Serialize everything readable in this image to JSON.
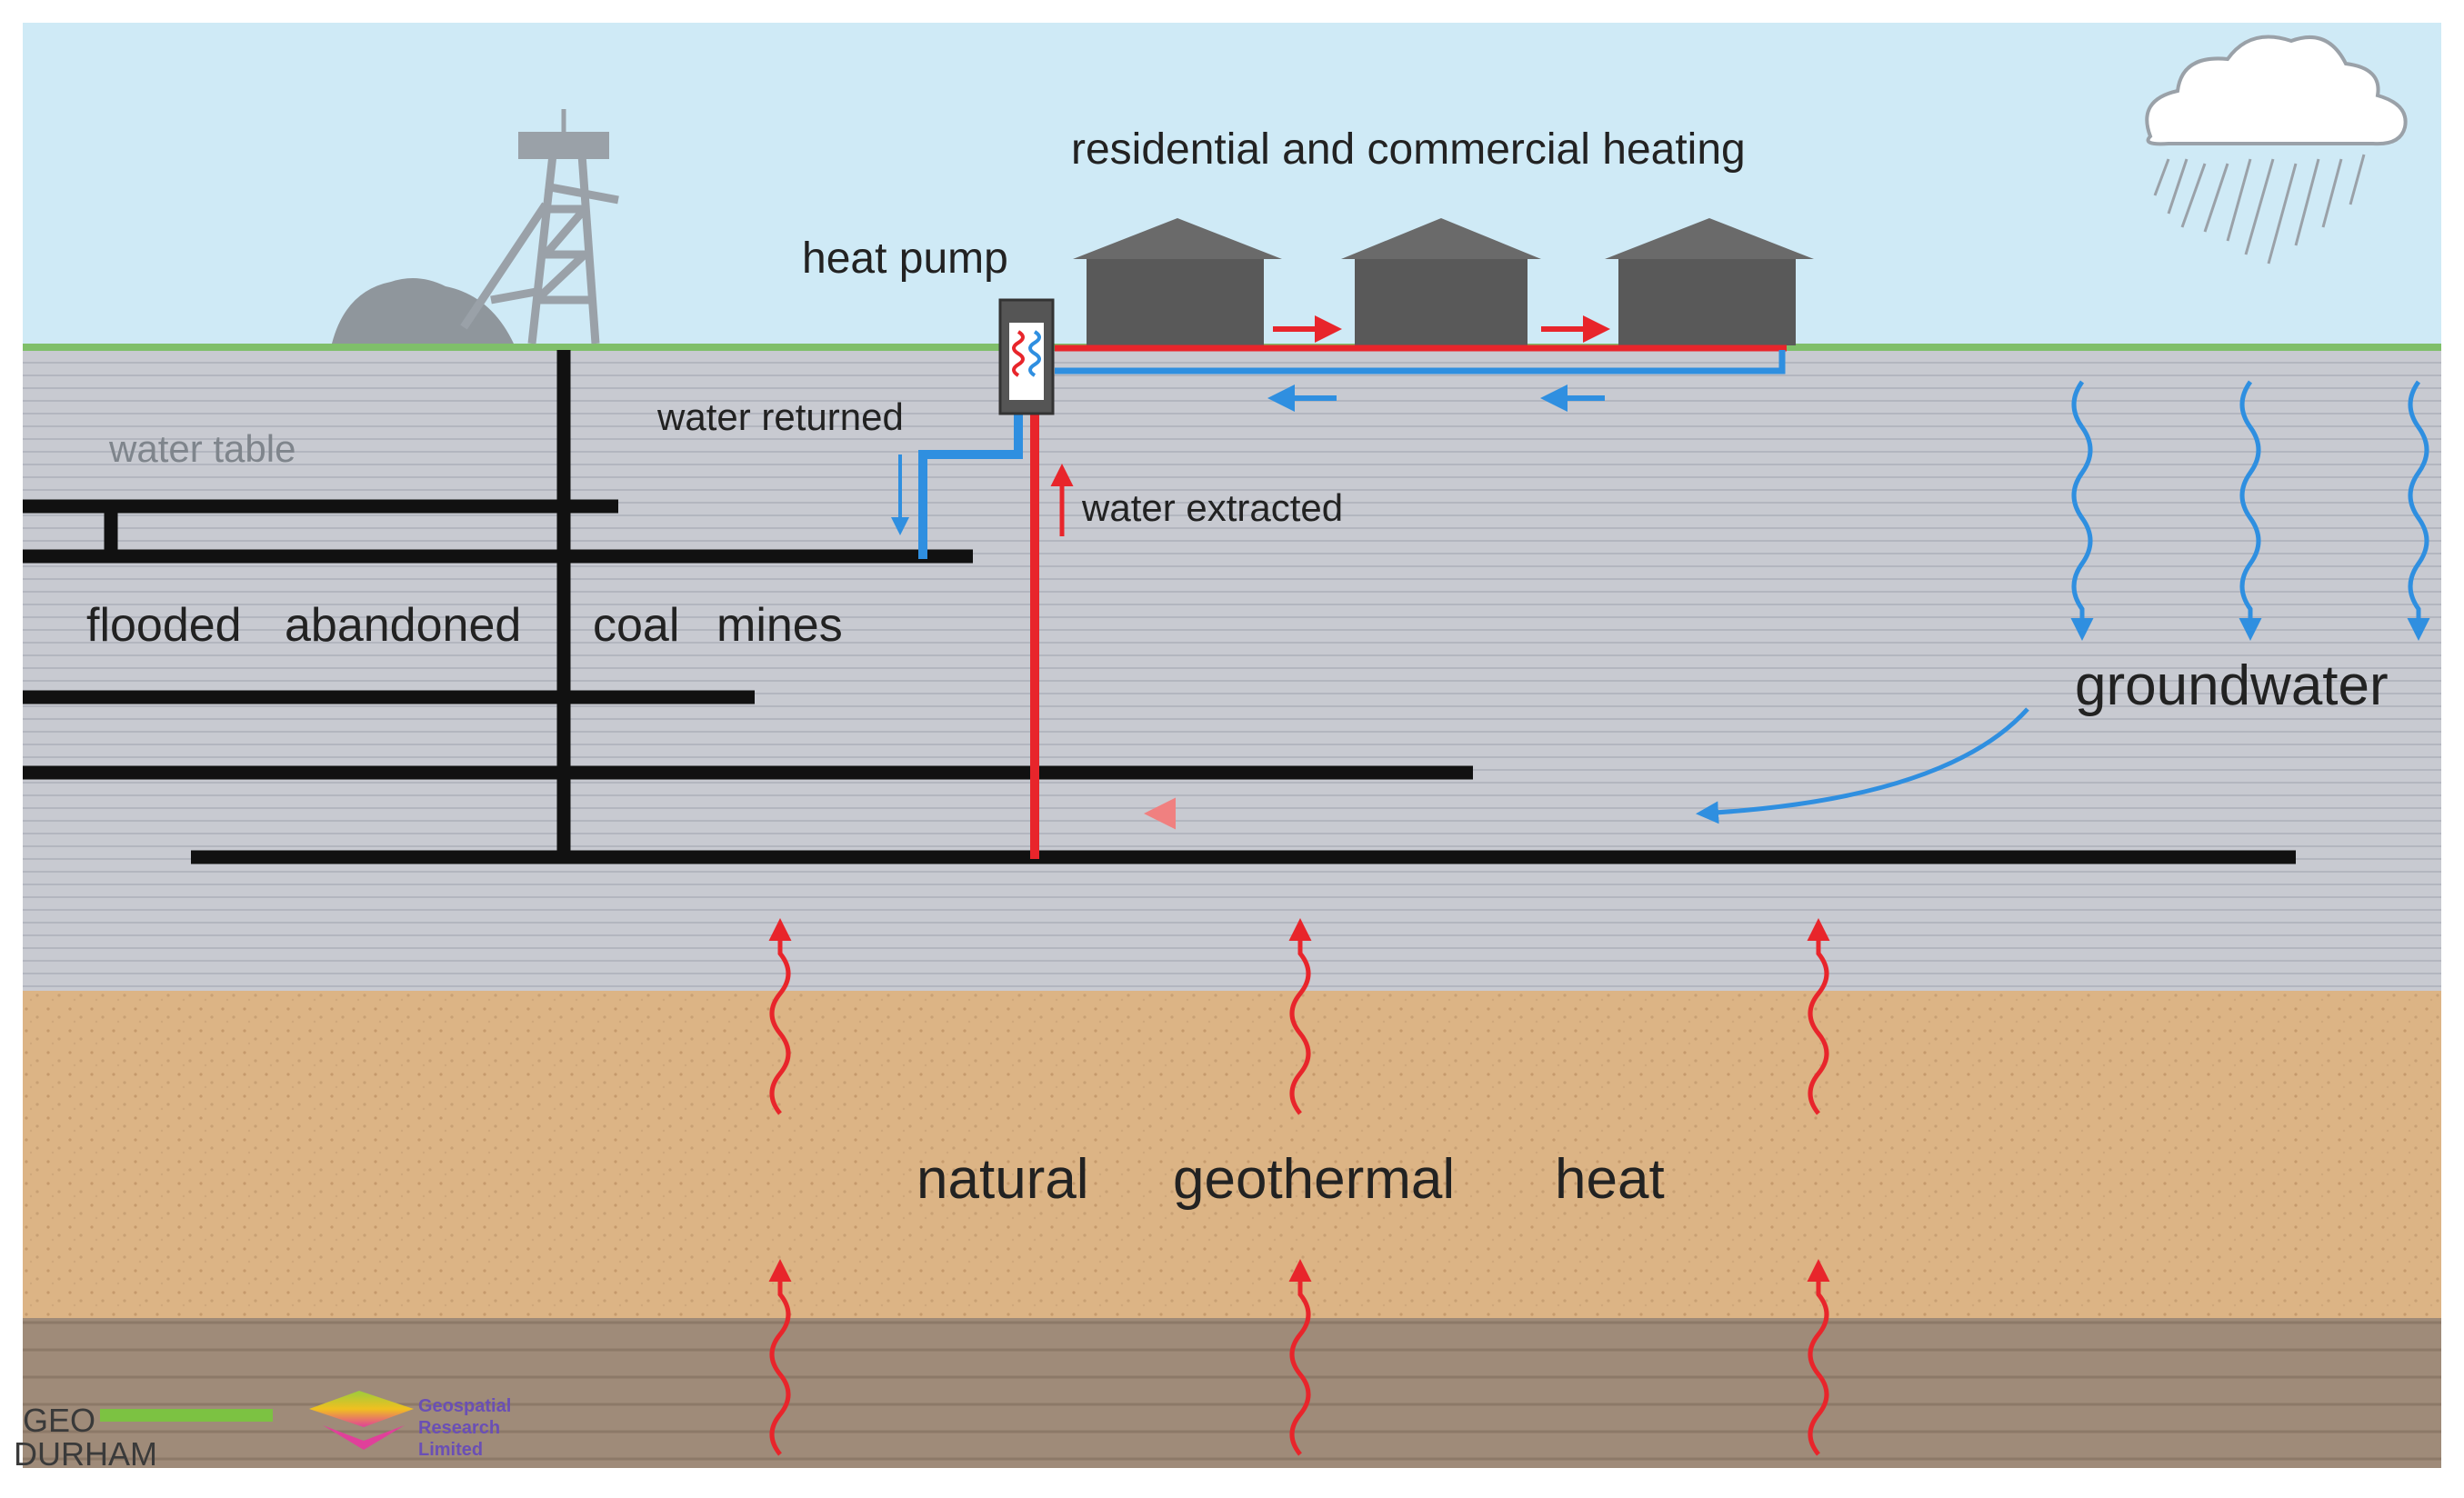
{
  "labels": {
    "heating": "residential and commercial heating",
    "heat_pump": "heat pump",
    "water_returned": "water returned",
    "water_table": "water table",
    "water_extracted": "water extracted",
    "mines_1": "flooded",
    "mines_2": "abandoned",
    "mines_3": "coal",
    "mines_4": "mines",
    "groundwater": "groundwater",
    "geo_1": "natural",
    "geo_2": "geothermal",
    "geo_3": "heat"
  },
  "logos": {
    "geo_durham_line1": "GEO",
    "geo_durham_line2": "DURHAM",
    "grl_line1": "Geospatial",
    "grl_line2": "Research",
    "grl_line3": "Limited"
  },
  "colors": {
    "sky": "#cfeaf6",
    "grass": "#7fbf6a",
    "rock": "#c7c9d0",
    "sandstone": "#dcb485",
    "basement": "#9e8a78",
    "mine_shaft": "#111111",
    "house": "#595959",
    "hot_water": "#e8252b",
    "cold_water": "#2f8fe0"
  }
}
